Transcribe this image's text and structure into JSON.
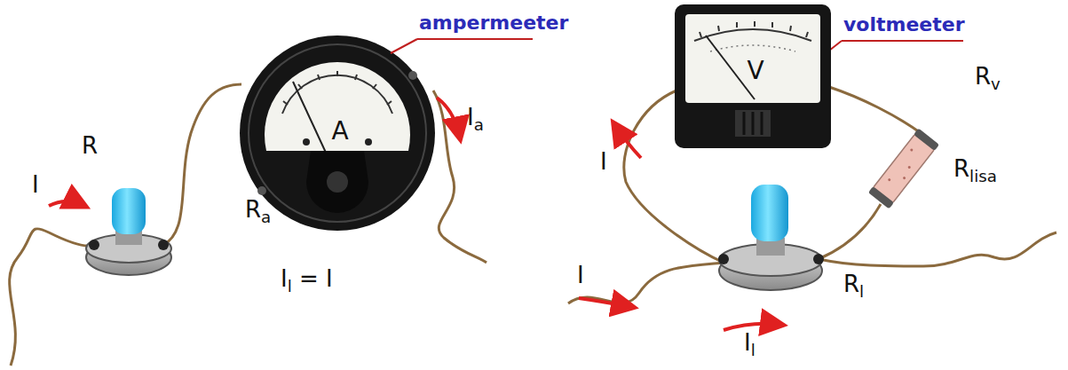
{
  "diagram": {
    "nodes": [
      {
        "text": [
          "A"
        ]
      },
      {
        "text": [
          "V"
        ]
      }
    ],
    "labels": [
      "ampermeeter",
      "voltmeeter",
      "R",
      "I",
      "Ia",
      "Ra",
      "Il = I",
      "Rv",
      "Rlisa",
      "I",
      "I",
      "Rl",
      "Il"
    ]
  }
}
